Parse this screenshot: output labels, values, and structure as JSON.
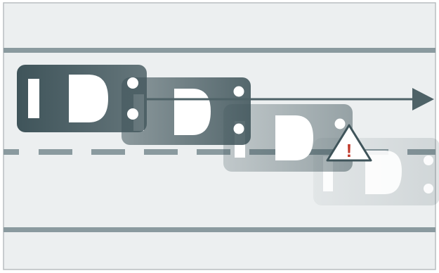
{
  "diagram": {
    "kind": "lane-drift-warning",
    "colors": {
      "background": "#eceff0",
      "frame": "#b9bec1",
      "lane_line": "#8a9a9f",
      "car_dark": "#3f545a",
      "arrow": "#4e6267",
      "warning_fill": "#ffffff",
      "warning_stroke": "#3f545a",
      "warning_mark": "#c0392b"
    },
    "car_icon": "car-top-view-icon",
    "arrow_icon": "direction-arrow-icon",
    "warning_icon": "warning-triangle-icon",
    "warning_mark": "!",
    "car_trail_opacities": [
      1.0,
      0.72,
      0.42,
      0.22
    ]
  }
}
